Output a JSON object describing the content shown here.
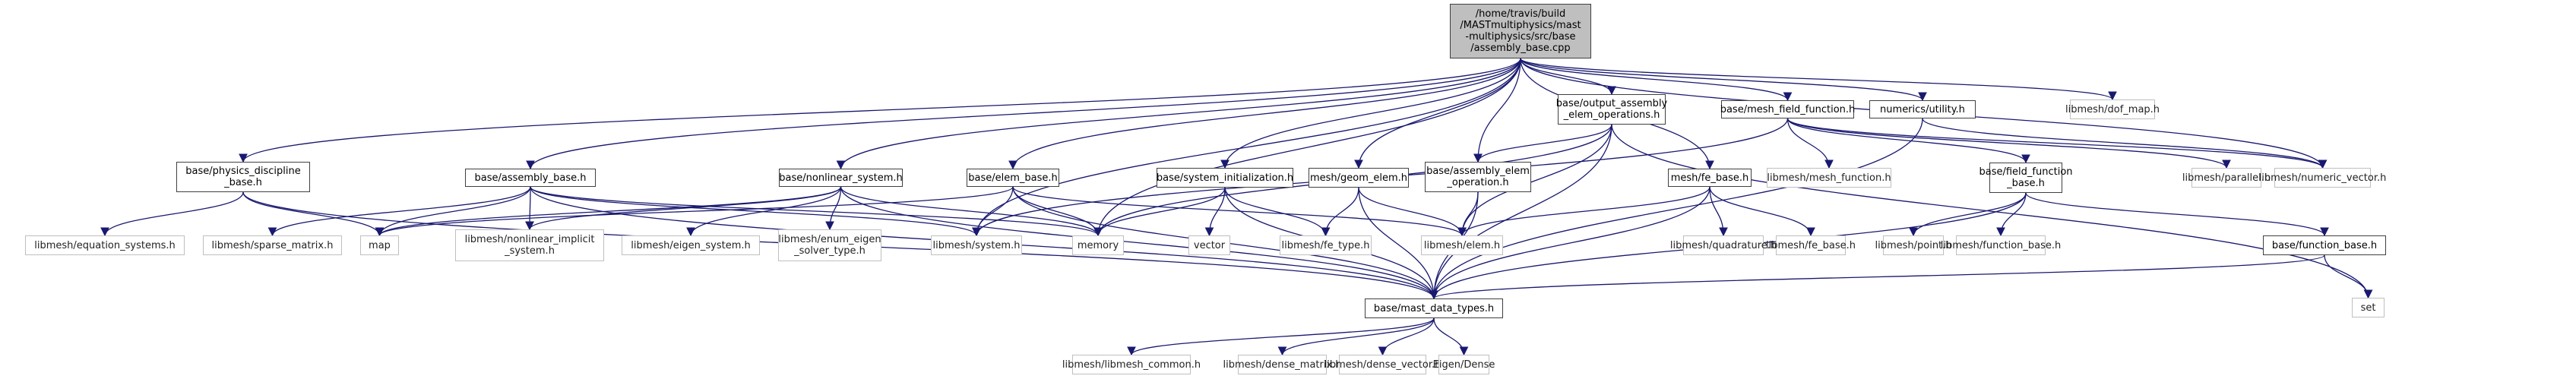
{
  "graph": {
    "title": "Include dependency graph for assembly_base.cpp",
    "edge_color": "#191970",
    "root": "root",
    "nodes": [
      {
        "id": "root",
        "label": "/home/travis/build\n/MASTmultiphysics/mast\n-multiphysics/src/base\n/assembly_base.cpp",
        "kind": "root"
      },
      {
        "id": "physics_discipline",
        "label": "base/physics_discipline\n_base.h",
        "kind": "local"
      },
      {
        "id": "assembly_base_h",
        "label": "base/assembly_base.h",
        "kind": "local"
      },
      {
        "id": "nonlinear_system",
        "label": "base/nonlinear_system.h",
        "kind": "local"
      },
      {
        "id": "elem_base",
        "label": "base/elem_base.h",
        "kind": "local"
      },
      {
        "id": "system_init",
        "label": "base/system_initialization.h",
        "kind": "local"
      },
      {
        "id": "geom_elem",
        "label": "mesh/geom_elem.h",
        "kind": "local"
      },
      {
        "id": "output_assembly",
        "label": "base/output_assembly\n_elem_operations.h",
        "kind": "local"
      },
      {
        "id": "assembly_elem_op",
        "label": "base/assembly_elem\n_operation.h",
        "kind": "local"
      },
      {
        "id": "fe_base",
        "label": "mesh/fe_base.h",
        "kind": "local"
      },
      {
        "id": "mesh_field_function",
        "label": "base/mesh_field_function.h",
        "kind": "local"
      },
      {
        "id": "numerics_utility",
        "label": "numerics/utility.h",
        "kind": "local"
      },
      {
        "id": "field_function_base",
        "label": "base/field_function\n_base.h",
        "kind": "local"
      },
      {
        "id": "function_base_h",
        "label": "base/function_base.h",
        "kind": "local"
      },
      {
        "id": "mast_data_types",
        "label": "base/mast_data_types.h",
        "kind": "local"
      },
      {
        "id": "dof_map",
        "label": "libmesh/dof_map.h",
        "kind": "ext"
      },
      {
        "id": "parallel",
        "label": "libmesh/parallel.h",
        "kind": "ext"
      },
      {
        "id": "numeric_vector",
        "label": "libmesh/numeric_vector.h",
        "kind": "ext"
      },
      {
        "id": "mesh_function",
        "label": "libmesh/mesh_function.h",
        "kind": "ext"
      },
      {
        "id": "equation_systems",
        "label": "libmesh/equation_systems.h",
        "kind": "ext"
      },
      {
        "id": "sparse_matrix",
        "label": "libmesh/sparse_matrix.h",
        "kind": "ext"
      },
      {
        "id": "map",
        "label": "map",
        "kind": "ext"
      },
      {
        "id": "nonlinear_implicit",
        "label": "libmesh/nonlinear_implicit\n_system.h",
        "kind": "ext"
      },
      {
        "id": "eigen_system",
        "label": "libmesh/eigen_system.h",
        "kind": "ext"
      },
      {
        "id": "enum_eigen",
        "label": "libmesh/enum_eigen\n_solver_type.h",
        "kind": "ext"
      },
      {
        "id": "system_h",
        "label": "libmesh/system.h",
        "kind": "ext"
      },
      {
        "id": "memory",
        "label": "memory",
        "kind": "ext"
      },
      {
        "id": "vector",
        "label": "vector",
        "kind": "ext"
      },
      {
        "id": "fe_type",
        "label": "libmesh/fe_type.h",
        "kind": "ext"
      },
      {
        "id": "elem_h",
        "label": "libmesh/elem.h",
        "kind": "ext"
      },
      {
        "id": "quadrature",
        "label": "libmesh/quadrature.h",
        "kind": "ext"
      },
      {
        "id": "libmesh_fe_base",
        "label": "libmesh/fe_base.h",
        "kind": "ext"
      },
      {
        "id": "point",
        "label": "libmesh/point.h",
        "kind": "ext"
      },
      {
        "id": "function_base_lib",
        "label": "libmesh/function_base.h",
        "kind": "ext"
      },
      {
        "id": "set",
        "label": "set",
        "kind": "ext"
      },
      {
        "id": "libmesh_common",
        "label": "libmesh/libmesh_common.h",
        "kind": "ext"
      },
      {
        "id": "dense_matrix",
        "label": "libmesh/dense_matrix.h",
        "kind": "ext"
      },
      {
        "id": "dense_vector",
        "label": "libmesh/dense_vector.h",
        "kind": "ext"
      },
      {
        "id": "eigen_dense",
        "label": "Eigen/Dense",
        "kind": "ext"
      }
    ],
    "edges": [
      [
        "root",
        "physics_discipline"
      ],
      [
        "root",
        "assembly_base_h"
      ],
      [
        "root",
        "nonlinear_system"
      ],
      [
        "root",
        "elem_base"
      ],
      [
        "root",
        "system_init"
      ],
      [
        "root",
        "geom_elem"
      ],
      [
        "root",
        "assembly_elem_op"
      ],
      [
        "root",
        "output_assembly"
      ],
      [
        "root",
        "fe_base"
      ],
      [
        "root",
        "mesh_field_function"
      ],
      [
        "root",
        "numerics_utility"
      ],
      [
        "root",
        "dof_map"
      ],
      [
        "root",
        "numeric_vector"
      ],
      [
        "root",
        "system_h"
      ],
      [
        "root",
        "memory"
      ],
      [
        "physics_discipline",
        "equation_systems"
      ],
      [
        "physics_discipline",
        "map"
      ],
      [
        "physics_discipline",
        "mast_data_types"
      ],
      [
        "assembly_base_h",
        "sparse_matrix"
      ],
      [
        "assembly_base_h",
        "map"
      ],
      [
        "assembly_base_h",
        "nonlinear_implicit"
      ],
      [
        "assembly_base_h",
        "system_h"
      ],
      [
        "assembly_base_h",
        "memory"
      ],
      [
        "assembly_base_h",
        "mast_data_types"
      ],
      [
        "nonlinear_system",
        "nonlinear_implicit"
      ],
      [
        "nonlinear_system",
        "eigen_system"
      ],
      [
        "nonlinear_system",
        "enum_eigen"
      ],
      [
        "nonlinear_system",
        "memory"
      ],
      [
        "nonlinear_system",
        "mast_data_types"
      ],
      [
        "nonlinear_system",
        "map"
      ],
      [
        "elem_base",
        "system_h"
      ],
      [
        "elem_base",
        "memory"
      ],
      [
        "elem_base",
        "elem_h"
      ],
      [
        "elem_base",
        "mast_data_types"
      ],
      [
        "elem_base",
        "map"
      ],
      [
        "system_init",
        "memory"
      ],
      [
        "system_init",
        "vector"
      ],
      [
        "system_init",
        "fe_type"
      ],
      [
        "system_init",
        "mast_data_types"
      ],
      [
        "geom_elem",
        "fe_type"
      ],
      [
        "geom_elem",
        "elem_h"
      ],
      [
        "geom_elem",
        "mast_data_types"
      ],
      [
        "output_assembly",
        "assembly_elem_op"
      ],
      [
        "output_assembly",
        "elem_h"
      ],
      [
        "output_assembly",
        "memory"
      ],
      [
        "output_assembly",
        "mast_data_types"
      ],
      [
        "output_assembly",
        "set"
      ],
      [
        "assembly_elem_op",
        "elem_h"
      ],
      [
        "assembly_elem_op",
        "mast_data_types"
      ],
      [
        "fe_base",
        "elem_h"
      ],
      [
        "fe_base",
        "quadrature"
      ],
      [
        "fe_base",
        "libmesh_fe_base"
      ],
      [
        "fe_base",
        "mast_data_types"
      ],
      [
        "mesh_field_function",
        "mesh_function"
      ],
      [
        "mesh_field_function",
        "field_function_base"
      ],
      [
        "mesh_field_function",
        "parallel"
      ],
      [
        "mesh_field_function",
        "numeric_vector"
      ],
      [
        "mesh_field_function",
        "system_h"
      ],
      [
        "numerics_utility",
        "mast_data_types"
      ],
      [
        "numerics_utility",
        "numeric_vector"
      ],
      [
        "field_function_base",
        "point"
      ],
      [
        "field_function_base",
        "function_base_lib"
      ],
      [
        "field_function_base",
        "function_base_h"
      ],
      [
        "field_function_base",
        "mast_data_types"
      ],
      [
        "function_base_h",
        "set"
      ],
      [
        "function_base_h",
        "mast_data_types"
      ],
      [
        "mast_data_types",
        "libmesh_common"
      ],
      [
        "mast_data_types",
        "dense_matrix"
      ],
      [
        "mast_data_types",
        "dense_vector"
      ],
      [
        "mast_data_types",
        "eigen_dense"
      ]
    ]
  }
}
